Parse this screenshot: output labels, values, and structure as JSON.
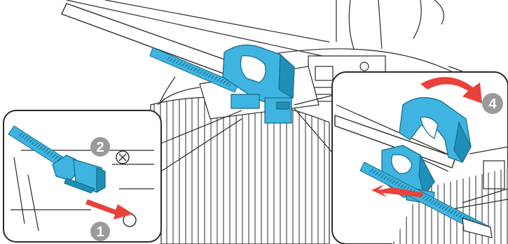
{
  "callouts": [
    {
      "label": "1",
      "meaning": "step-1-marker"
    },
    {
      "label": "2",
      "meaning": "step-2-marker"
    },
    {
      "label": "4",
      "meaning": "step-4-marker"
    }
  ],
  "colors": {
    "clamp": "#3fb4e0",
    "clamp_dark": "#1f8fb8",
    "arrow": "#e8423a",
    "badge": "#9a9a9a",
    "line": "#2b2b2b",
    "background": "#ffffff"
  },
  "icons": [
    "screw-icon",
    "hole-icon",
    "release-arrow-icon",
    "rotate-arrow-icon"
  ]
}
